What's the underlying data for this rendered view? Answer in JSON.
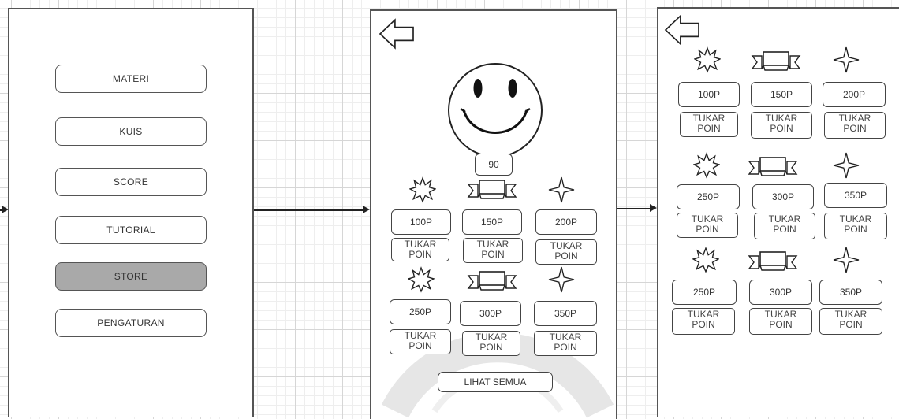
{
  "menu": {
    "items": [
      {
        "label": "MATERI"
      },
      {
        "label": "KUIS"
      },
      {
        "label": "SCORE"
      },
      {
        "label": "TUTORIAL"
      },
      {
        "label": "STORE",
        "active": true
      },
      {
        "label": "PENGATURAN"
      }
    ]
  },
  "home": {
    "score": "90",
    "rewards": [
      {
        "icon": "starburst-icon",
        "price": "100P",
        "redeem_line1": "TUKAR",
        "redeem_line2": "POIN"
      },
      {
        "icon": "ribbon-banner-icon",
        "price": "150P",
        "redeem_line1": "TUKAR",
        "redeem_line2": "POIN"
      },
      {
        "icon": "four-point-star-icon",
        "price": "200P",
        "redeem_line1": "TUKAR",
        "redeem_line2": "POIN"
      },
      {
        "icon": "starburst-icon",
        "price": "250P",
        "redeem_line1": "TUKAR",
        "redeem_line2": "POIN"
      },
      {
        "icon": "ribbon-banner-icon",
        "price": "300P",
        "redeem_line1": "TUKAR",
        "redeem_line2": "POIN"
      },
      {
        "icon": "four-point-star-icon",
        "price": "350P",
        "redeem_line1": "TUKAR",
        "redeem_line2": "POIN"
      }
    ],
    "see_all_label": "LIHAT SEMUA"
  },
  "store": {
    "rewards": [
      {
        "icon": "starburst-icon",
        "price": "100P",
        "redeem_line1": "TUKAR",
        "redeem_line2": "POIN"
      },
      {
        "icon": "ribbon-banner-icon",
        "price": "150P",
        "redeem_line1": "TUKAR",
        "redeem_line2": "POIN"
      },
      {
        "icon": "four-point-star-icon",
        "price": "200P",
        "redeem_line1": "TUKAR",
        "redeem_line2": "POIN"
      },
      {
        "icon": "starburst-icon",
        "price": "250P",
        "redeem_line1": "TUKAR",
        "redeem_line2": "POIN"
      },
      {
        "icon": "ribbon-banner-icon",
        "price": "300P",
        "redeem_line1": "TUKAR",
        "redeem_line2": "POIN"
      },
      {
        "icon": "four-point-star-icon",
        "price": "350P",
        "redeem_line1": "TUKAR",
        "redeem_line2": "POIN"
      },
      {
        "icon": "starburst-icon",
        "price": "250P",
        "redeem_line1": "TUKAR",
        "redeem_line2": "POIN"
      },
      {
        "icon": "ribbon-banner-icon",
        "price": "300P",
        "redeem_line1": "TUKAR",
        "redeem_line2": "POIN"
      },
      {
        "icon": "four-point-star-icon",
        "price": "350P",
        "redeem_line1": "TUKAR",
        "redeem_line2": "POIN"
      }
    ]
  },
  "colors": {
    "active_button": "#a9a9a9",
    "border": "#555555",
    "watermark": "#e6e6e6"
  }
}
